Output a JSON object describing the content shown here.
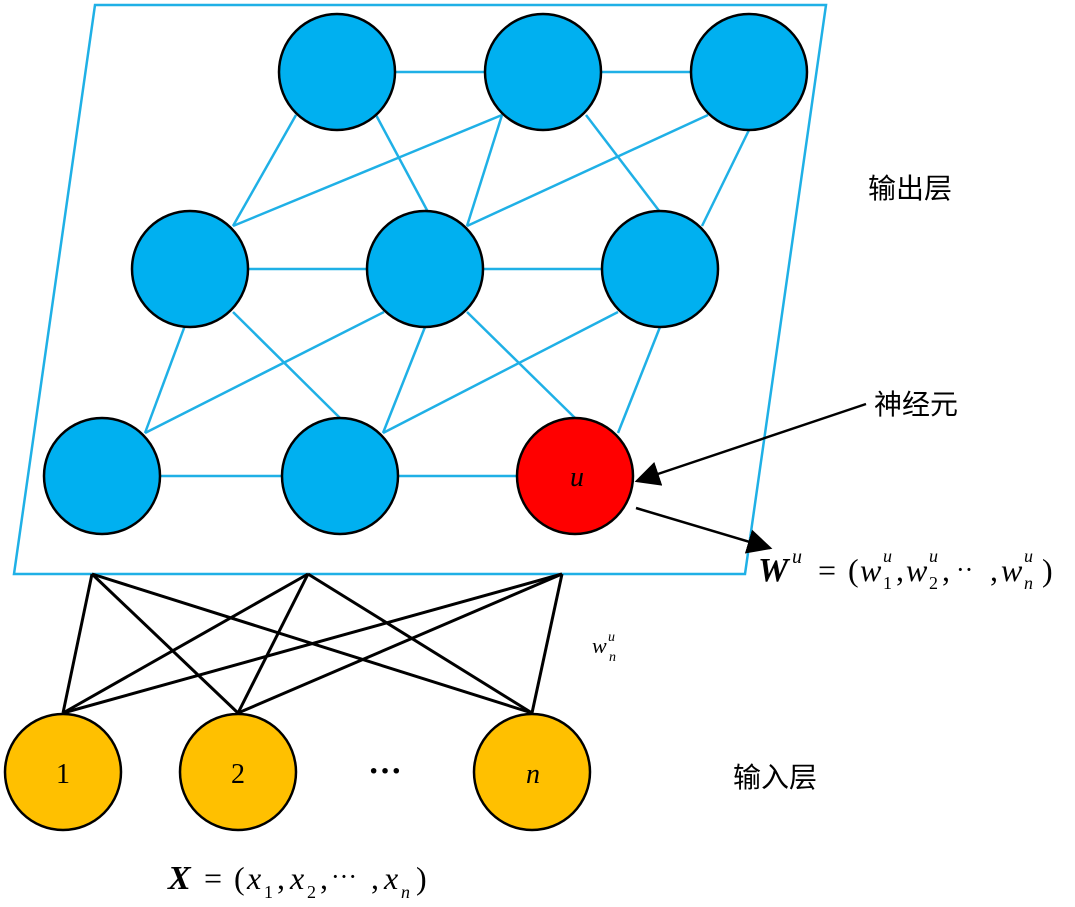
{
  "labels": {
    "output_layer": "输出层",
    "input_layer": "输入层",
    "neuron": "神经元",
    "winner_node": "u",
    "ellipsis": "···",
    "weight_label": {
      "base": "w",
      "sup": "u",
      "sub": "n"
    },
    "weight_vector": {
      "W": "W",
      "W_sup": "u",
      "eq": "=",
      "open": "(",
      "close": ")",
      "sep": ",",
      "dots": "··",
      "terms": [
        {
          "base": "w",
          "sup": "u",
          "sub": "1"
        },
        {
          "base": "w",
          "sup": "u",
          "sub": "2"
        },
        {
          "base": "w",
          "sup": "u",
          "sub": "n"
        }
      ]
    },
    "input_vector": {
      "X": "X",
      "eq": "=",
      "open": "(",
      "close": ")",
      "sep": ",",
      "dots": "···",
      "terms": [
        {
          "base": "x",
          "sub": "1"
        },
        {
          "base": "x",
          "sub": "2"
        },
        {
          "base": "x",
          "sub": "n"
        }
      ]
    }
  },
  "input_nodes": [
    "1",
    "2",
    "n"
  ],
  "colors": {
    "output_node": "#00b0f0",
    "winner_node": "#ff0000",
    "input_node": "#ffc000",
    "grid_line": "#1fb0e6",
    "frame": "#1fb0e6",
    "connection": "#000000"
  }
}
